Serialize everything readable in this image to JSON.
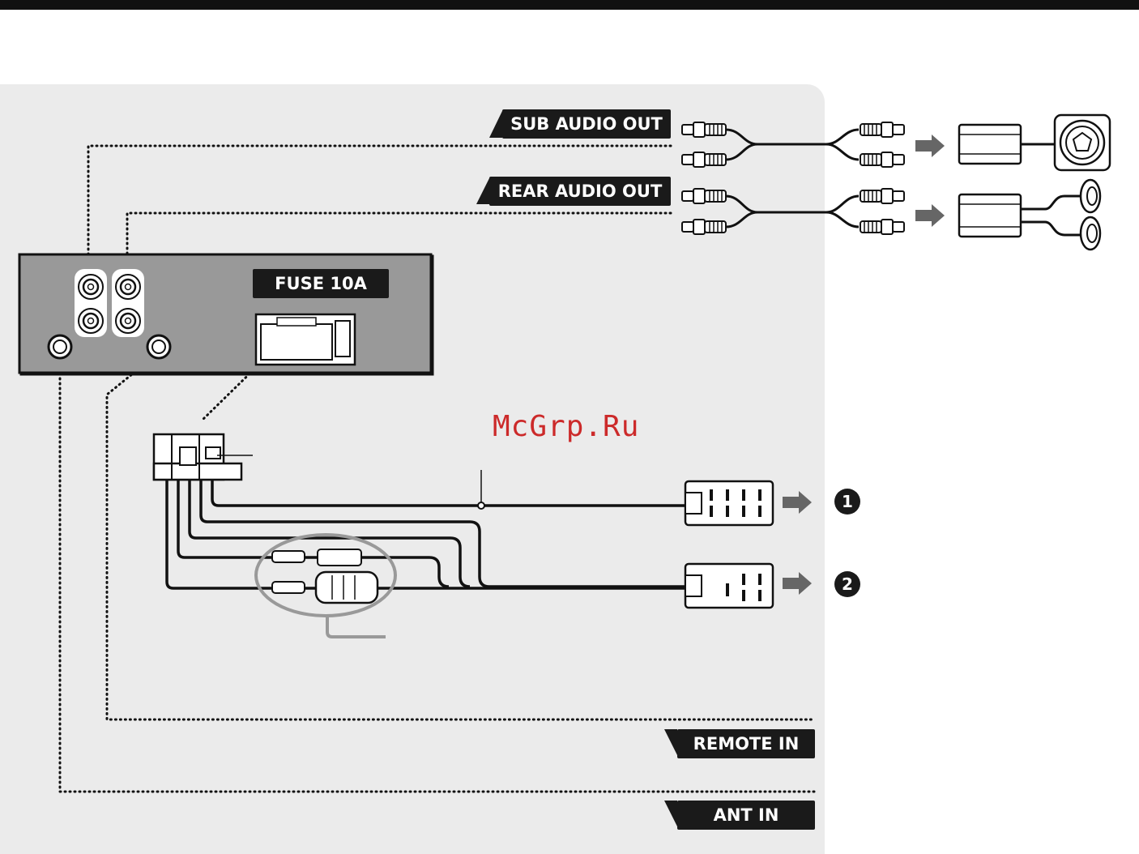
{
  "labels": {
    "sub_audio_out": "SUB AUDIO OUT",
    "rear_audio_out": "REAR AUDIO OUT",
    "fuse": "FUSE 10A",
    "remote_in": "REMOTE IN",
    "ant_in": "ANT IN"
  },
  "connectors": {
    "one": "1",
    "two": "2"
  },
  "watermark": "McGrp.Ru",
  "colors": {
    "panel": "#ebebeb",
    "tag": "#1a1a1a",
    "arrow": "#666666",
    "watermark": "#cc2a2a"
  }
}
